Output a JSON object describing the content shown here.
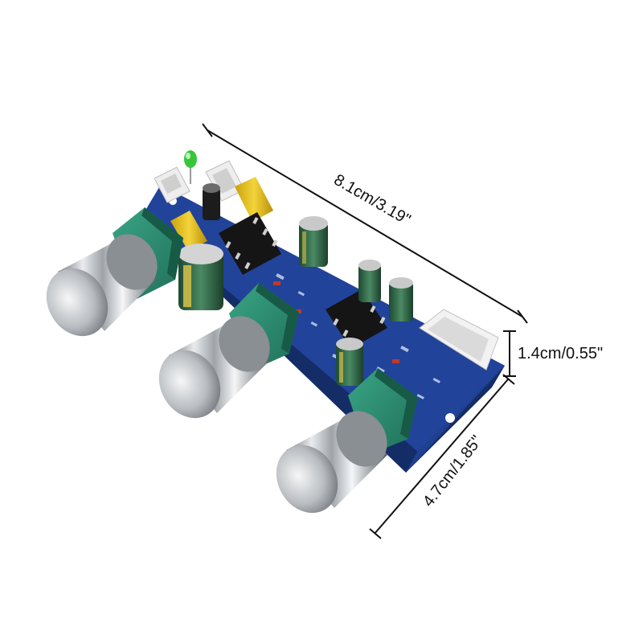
{
  "dimensions": {
    "length": "8.1cm/3.19\"",
    "height": "1.4cm/0.55\"",
    "width": "4.7cm/1.85\""
  },
  "product": {
    "pcb_color": "#1f3f8f",
    "knob_count": 3,
    "potentiometer_color": "#2f8f73",
    "connector_color": "#f2f2f2",
    "capacitor_color": "#e8c21e",
    "electrolytic_color": "#2f6b46",
    "led_color": "#36c63a"
  }
}
